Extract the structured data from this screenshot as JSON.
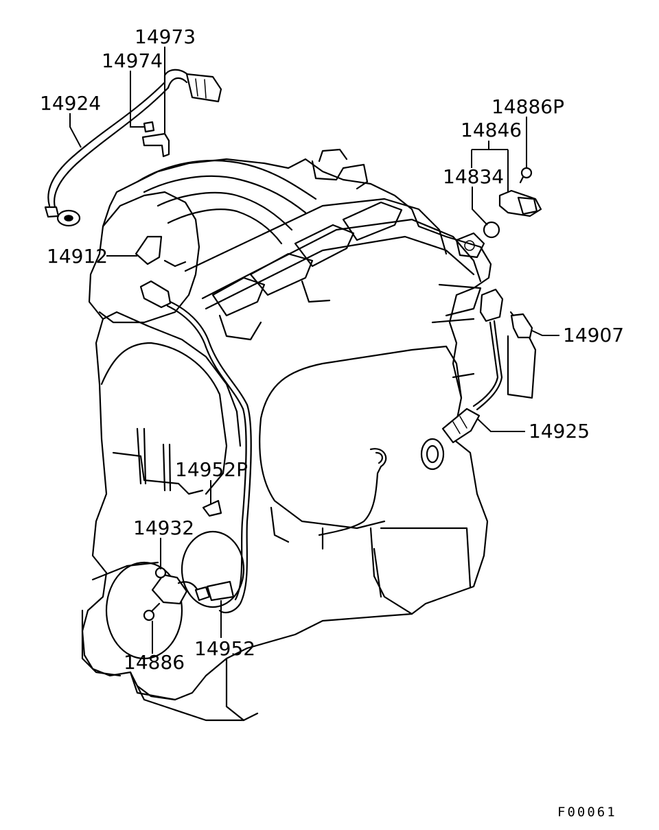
{
  "labels": {
    "p14973": "14973",
    "p14974": "14974",
    "p14924": "14924",
    "p14912": "14912",
    "p14886P": "14886P",
    "p14846": "14846",
    "p14834": "14834",
    "p14907": "14907",
    "p14925": "14925",
    "p14952P": "14952P",
    "p14932": "14932",
    "p14886": "14886",
    "p14952": "14952"
  },
  "figure_code": "F00061",
  "colors": {
    "line": "#000000",
    "background": "#ffffff"
  }
}
